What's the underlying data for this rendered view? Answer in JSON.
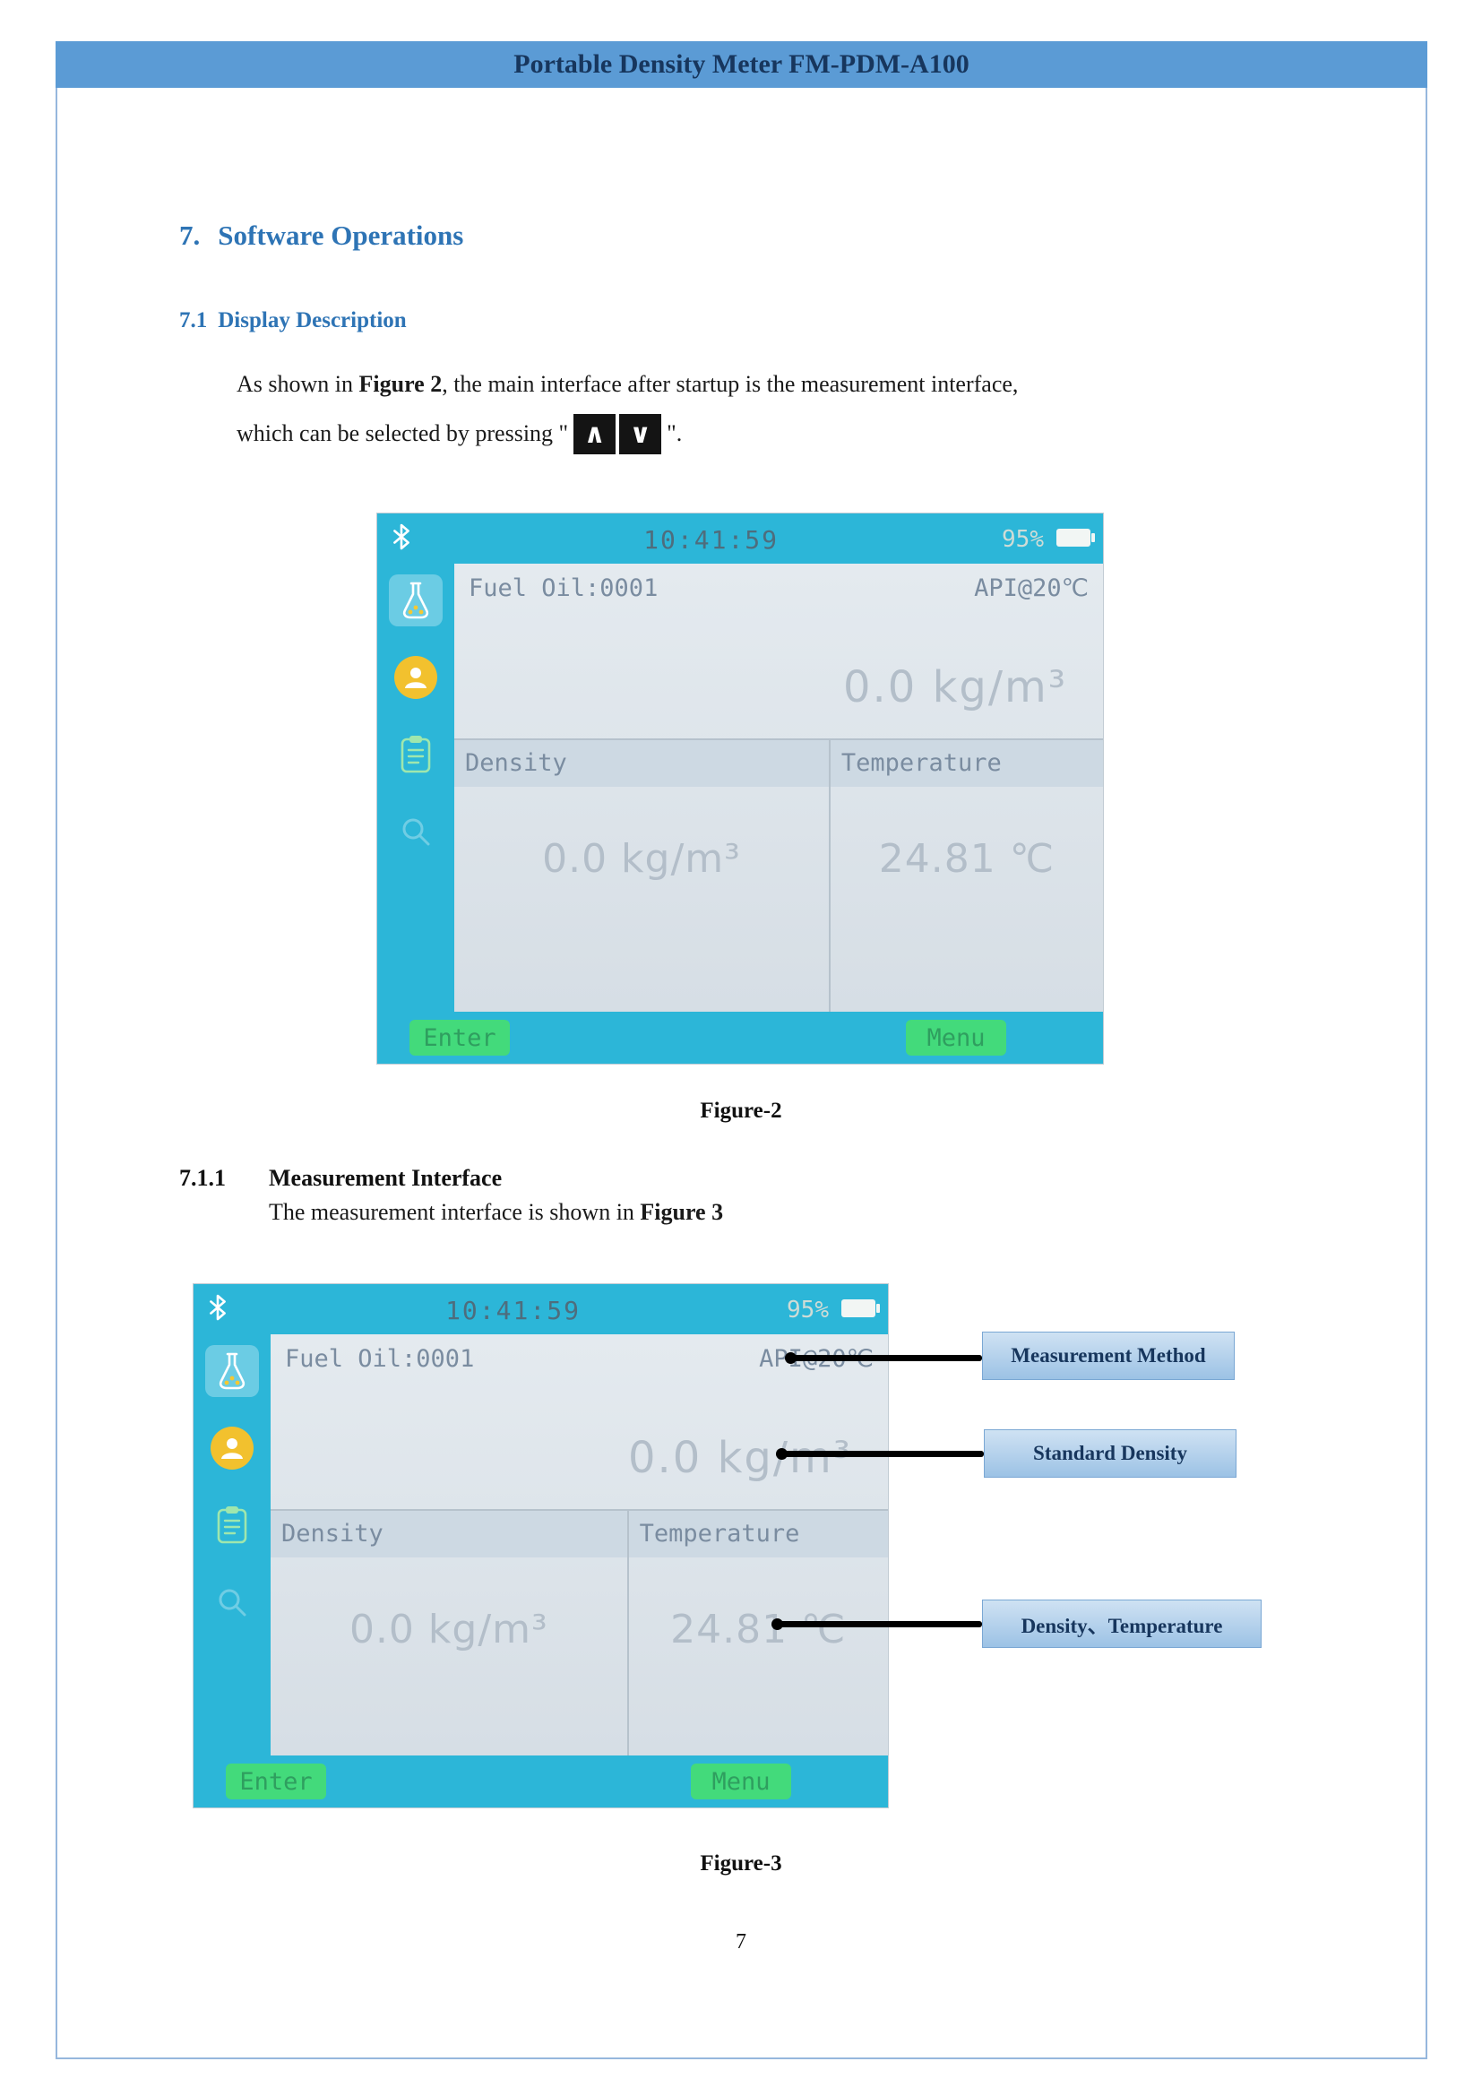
{
  "header": {
    "title": "Portable Density Meter FM-PDM-A100"
  },
  "content": {
    "h1_num": "7.",
    "h1_text": "Software Operations",
    "h2_num": "7.1",
    "h2_text": "Display Description",
    "p1_pre": "As shown in ",
    "p1_bold": "Figure 2",
    "p1_post": ", the main interface after startup is the measurement interface,",
    "p2_pre": "which can be selected by pressing \"",
    "p2_close": "\".",
    "key_up": "∧",
    "key_down": "∨",
    "h3_num": "7.1.1",
    "h3_text": "Measurement Interface",
    "p3_pre": "The measurement interface is shown in ",
    "p3_bold": "Figure 3"
  },
  "figure2": {
    "caption": "Figure-2"
  },
  "figure3": {
    "caption": "Figure-3",
    "callouts": [
      {
        "label": "Measurement Method"
      },
      {
        "label": "Standard Density"
      },
      {
        "label": "Density、Temperature"
      }
    ]
  },
  "screen": {
    "time": "10:41:59",
    "battery": "95%",
    "sample": "Fuel Oil:0001",
    "method": "API@20℃",
    "standard_density": "0.0 kg/m³",
    "density_label": "Density",
    "temperature_label": "Temperature",
    "density_value": "0.0 kg/m³",
    "temperature_value": "24.81 ℃",
    "enter": "Enter",
    "menu": "Menu"
  },
  "footer": {
    "page_number": "7"
  }
}
